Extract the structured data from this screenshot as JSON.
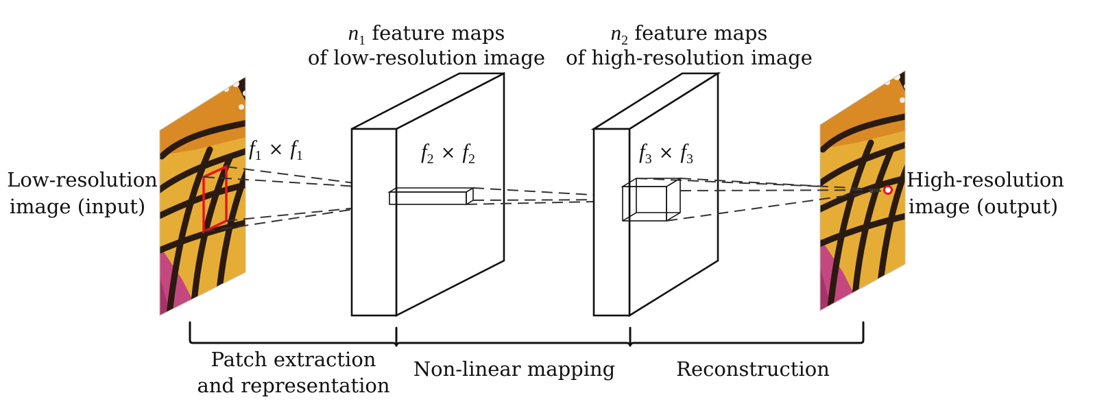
{
  "input": {
    "label_line1": "Low-resolution",
    "label_line2": "image (input)"
  },
  "output": {
    "label_line1": "High-resolution",
    "label_line2": "image (output)"
  },
  "filter1": {
    "f": "f",
    "sub": "1",
    "times": "×"
  },
  "filter2": {
    "f": "f",
    "sub": "2",
    "times": "×"
  },
  "filter3": {
    "f": "f",
    "sub": "3",
    "times": "×"
  },
  "maps1": {
    "n": "n",
    "sub": "1",
    "line1_rest": " feature maps",
    "line2": "of low-resolution image"
  },
  "maps2": {
    "n": "n",
    "sub": "2",
    "line1_rest": " feature maps",
    "line2": "of high-resolution image"
  },
  "stages": {
    "patch_line1": "Patch extraction",
    "patch_line2": "and representation",
    "mapping": "Non-linear mapping",
    "reconstruction": "Reconstruction"
  },
  "colors": {
    "patch_highlight": "#e8141b",
    "wing_yellow": "#e8b23a",
    "wing_vein": "#2a1a10",
    "flower_pink": "#c4477f",
    "stroke": "#111111"
  }
}
